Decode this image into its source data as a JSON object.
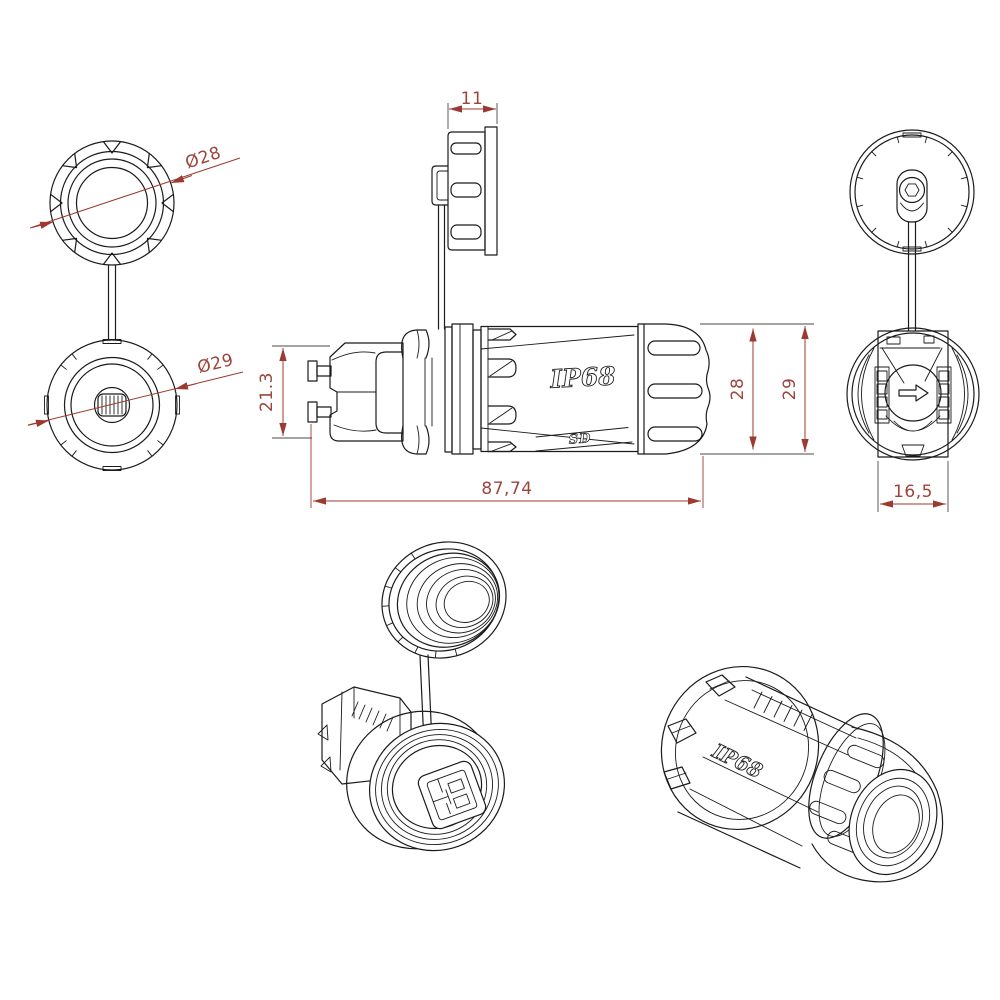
{
  "drawing": {
    "background_color": "#ffffff",
    "line_color": "#1b1b1b",
    "dimension_color": "#9c3a32"
  },
  "dimensions": {
    "cap_outer_diameter": "Ø28",
    "gland_outer_diameter": "Ø29",
    "cap_thickness": "11",
    "plug_height": "21.3",
    "body_diameter": "28",
    "overall_diameter": "29",
    "overall_length": "87,74",
    "face_width": "16,5"
  },
  "markings": {
    "side_view_rating": "IP68",
    "iso_view_rating": "IP68",
    "logo": "SD"
  }
}
